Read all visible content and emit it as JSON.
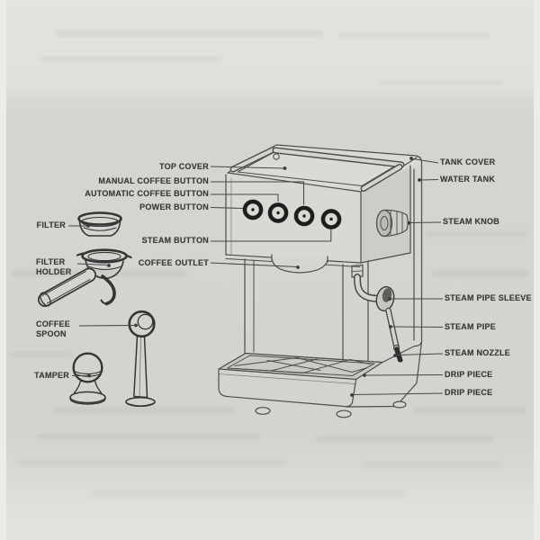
{
  "document": {
    "type": "exploded parts diagram (scanned manual page)",
    "subject": "espresso coffee machine"
  },
  "labels": {
    "top_cover": "TOP COVER",
    "manual_coffee_button": "MANUAL COFFEE BUTTON",
    "automatic_coffee_button": "AUTOMATIC COFFEE BUTTON",
    "power_button": "POWER BUTTON",
    "steam_button": "STEAM BUTTON",
    "coffee_outlet": "COFFEE OUTLET",
    "filter": "FILTER",
    "filter_holder": "FILTER HOLDER",
    "coffee_spoon": "COFFEE SPOON",
    "tamper": "TAMPER",
    "tank_cover": "TANK COVER",
    "water_tank": "WATER TANK",
    "steam_knob": "STEAM KNOB",
    "steam_pipe_sleeve": "STEAM PIPE SLEEVE",
    "steam_pipe": "STEAM PIPE",
    "steam_nozzle": "STEAM NOZZLE",
    "drip_piece_upper": "DRIP PIECE",
    "drip_piece_lower": "DRIP PIECE"
  },
  "colors": {
    "paper": "#d5d4d0",
    "ink_text": "#3a3a3a",
    "ink_line": "#4e4e4e",
    "ink_accessory": "#353535",
    "button_dark": "#1d1d1d"
  }
}
